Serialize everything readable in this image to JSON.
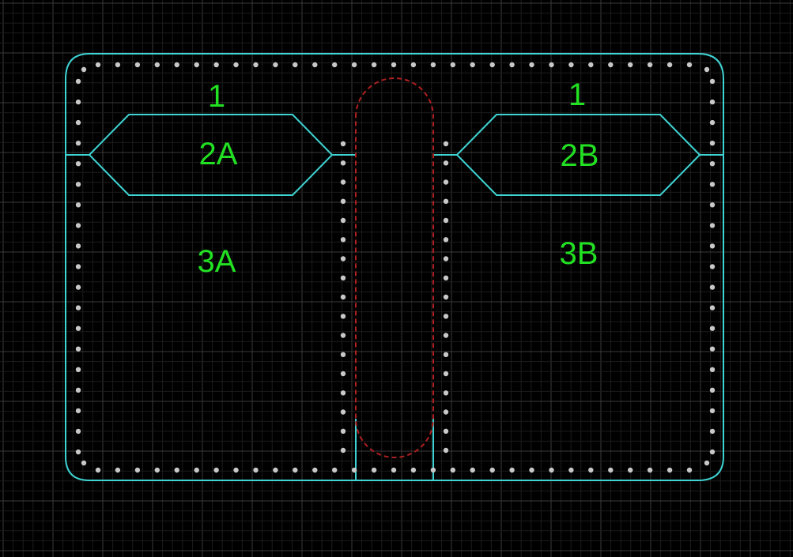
{
  "colors": {
    "background": "#000000",
    "grid_minor": "#1c1c1c",
    "grid_major": "#3a3a3a",
    "outline": "#3fd3d3",
    "stitch_holes": "#c8c8c8",
    "slot_dashed": "#b02020",
    "labels": "#22e022"
  },
  "labels": {
    "top_left": "1",
    "top_right": "1",
    "pocket_left": "2A",
    "pocket_right": "2B",
    "body_left": "3A",
    "body_right": "3B"
  }
}
